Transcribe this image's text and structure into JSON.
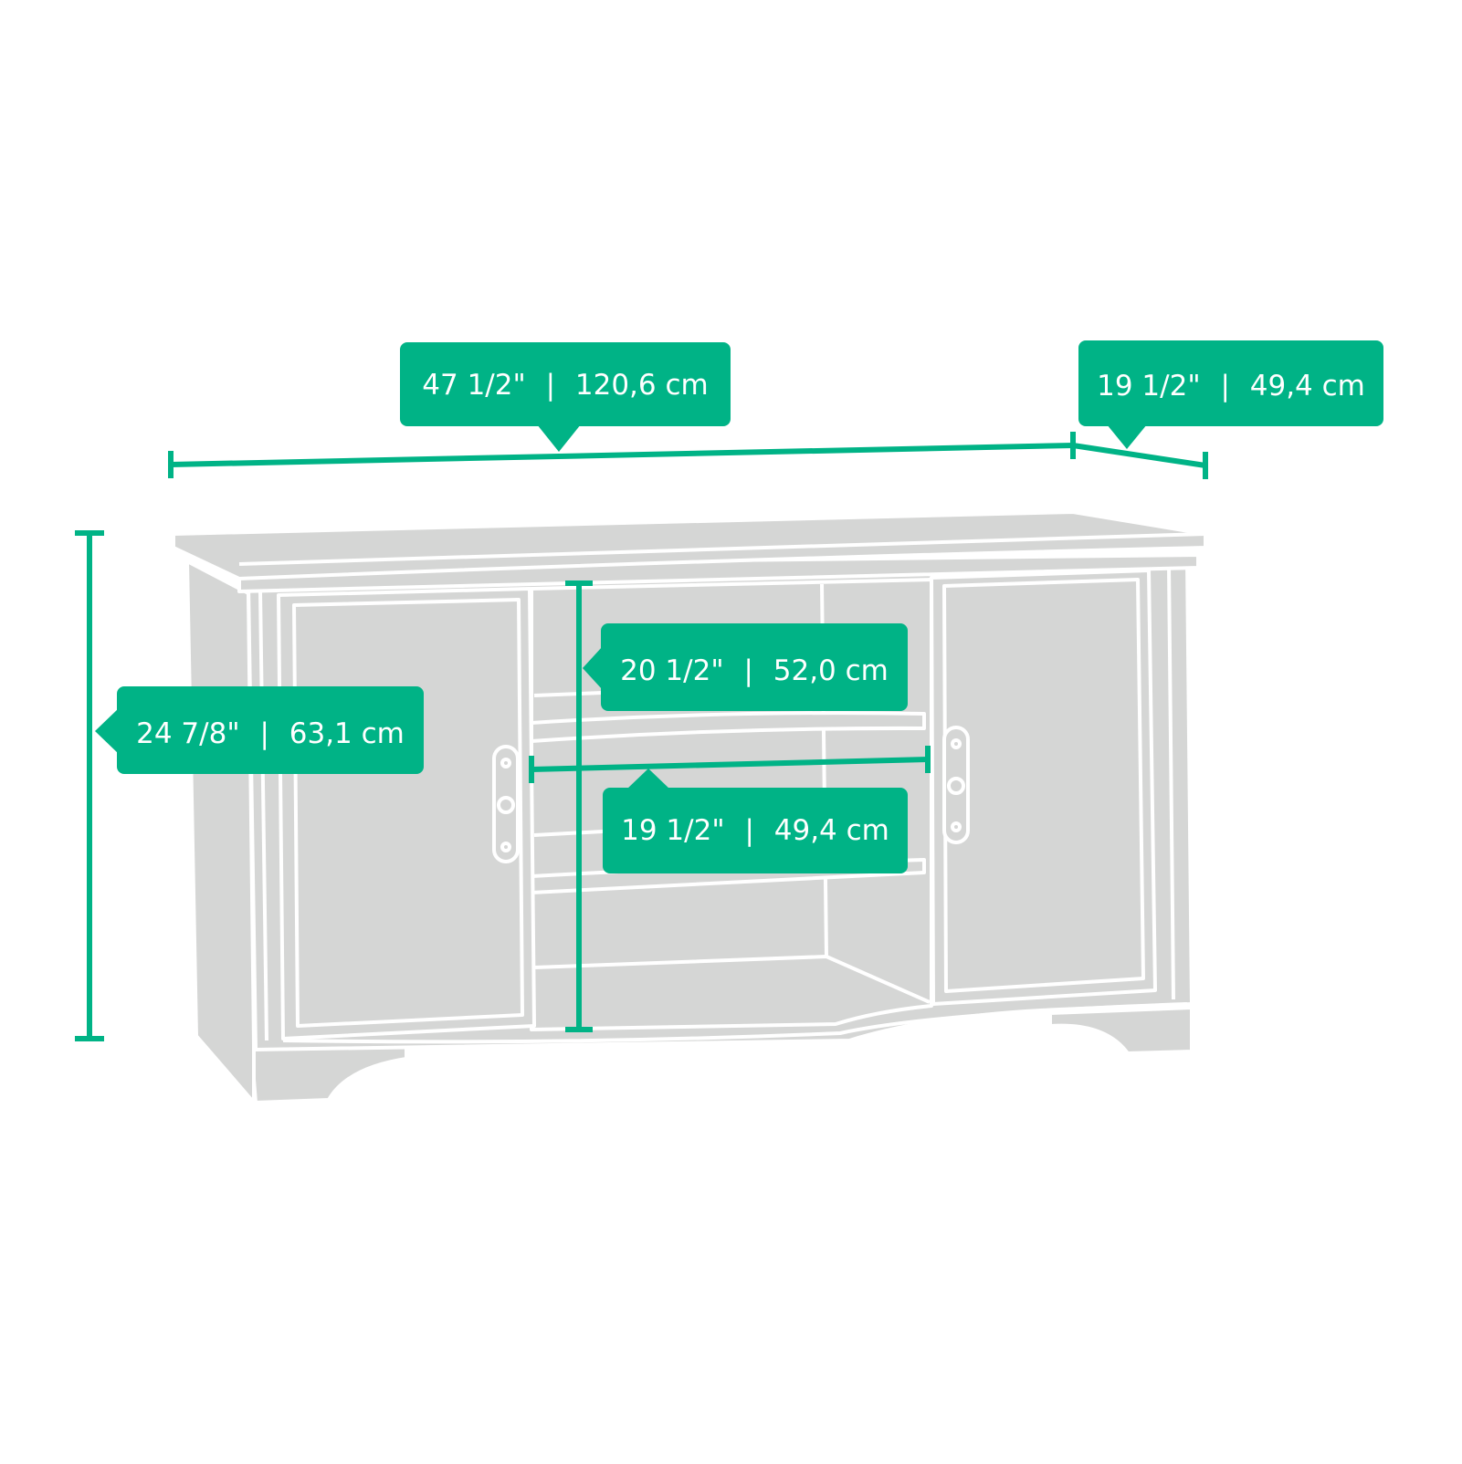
{
  "colors": {
    "accent": "#00b386",
    "furniture_fill": "#d5d6d5",
    "furniture_line": "#ffffff",
    "background": "#ffffff"
  },
  "dimensions": {
    "width": {
      "imperial": "47 1/2\"",
      "metric": "120,6 cm"
    },
    "depth": {
      "imperial": "19 1/2\"",
      "metric": "49,4 cm"
    },
    "height": {
      "imperial": "24 7/8\"",
      "metric": "63,1 cm"
    },
    "shelf_height": {
      "imperial": "20 1/2\"",
      "metric": "52,0 cm"
    },
    "shelf_width": {
      "imperial": "19 1/2\"",
      "metric": "49,4 cm"
    }
  }
}
